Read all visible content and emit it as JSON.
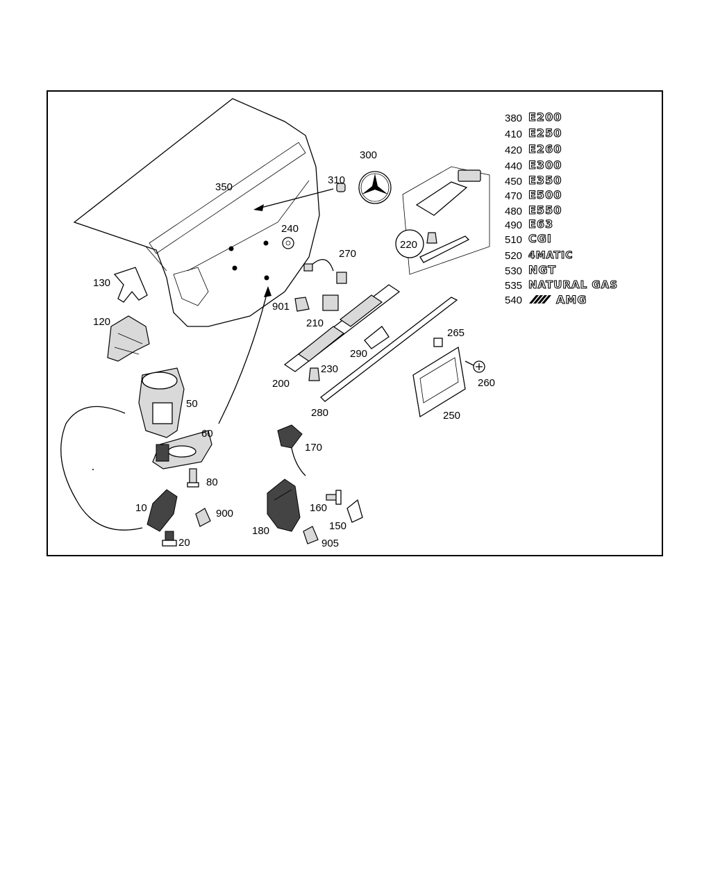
{
  "callouts": [
    {
      "id": "c350",
      "label": "350"
    },
    {
      "id": "c310",
      "label": "310"
    },
    {
      "id": "c300",
      "label": "300"
    },
    {
      "id": "c240",
      "label": "240"
    },
    {
      "id": "c220",
      "label": "220"
    },
    {
      "id": "c270",
      "label": "270"
    },
    {
      "id": "c130",
      "label": "130"
    },
    {
      "id": "c120",
      "label": "120"
    },
    {
      "id": "c901",
      "label": "901"
    },
    {
      "id": "c210",
      "label": "210"
    },
    {
      "id": "c265",
      "label": "265"
    },
    {
      "id": "c290",
      "label": "290"
    },
    {
      "id": "c260",
      "label": "260"
    },
    {
      "id": "c230",
      "label": "230"
    },
    {
      "id": "c200",
      "label": "200"
    },
    {
      "id": "c50",
      "label": "50"
    },
    {
      "id": "c280",
      "label": "280"
    },
    {
      "id": "c250",
      "label": "250"
    },
    {
      "id": "c60",
      "label": "60"
    },
    {
      "id": "c170",
      "label": "170"
    },
    {
      "id": "c80",
      "label": "80"
    },
    {
      "id": "c10",
      "label": "10"
    },
    {
      "id": "c900",
      "label": "900"
    },
    {
      "id": "c160",
      "label": "160"
    },
    {
      "id": "c150",
      "label": "150"
    },
    {
      "id": "c20",
      "label": "20"
    },
    {
      "id": "c180",
      "label": "180"
    },
    {
      "id": "c905",
      "label": "905"
    }
  ],
  "badge_legend": [
    {
      "number": "380",
      "badge": "E200"
    },
    {
      "number": "410",
      "badge": "E250"
    },
    {
      "number": "420",
      "badge": "E260"
    },
    {
      "number": "440",
      "badge": "E300"
    },
    {
      "number": "450",
      "badge": "E350"
    },
    {
      "number": "470",
      "badge": "E500"
    },
    {
      "number": "480",
      "badge": "E550"
    },
    {
      "number": "490",
      "badge": "E63"
    },
    {
      "number": "510",
      "badge": "CGI"
    },
    {
      "number": "520",
      "badge": "4MATIC"
    },
    {
      "number": "530",
      "badge": "NGT"
    },
    {
      "number": "535",
      "badge": "NATURAL GAS"
    },
    {
      "number": "540",
      "badge": "AMG"
    }
  ]
}
